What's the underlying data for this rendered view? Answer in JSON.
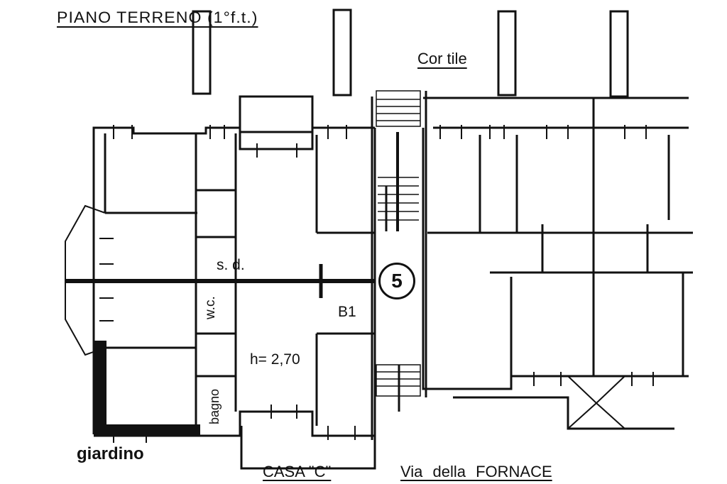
{
  "plan": {
    "title": "PIANO TERRENO (1°f.t.)",
    "courtyard_label": "Cor tile",
    "room_sd_label": "s. d.",
    "room_wc_label": "w.c.",
    "room_bagno_label": "bagno",
    "unit_code_label": "B1",
    "height_label": "h= 2,70",
    "stair_number": "5",
    "garden_label": "giardino",
    "building_label": "CASA \"C\"",
    "street_label": "Via della FORNACE"
  },
  "colors": {
    "ink": "#111111",
    "background": "#ffffff"
  }
}
